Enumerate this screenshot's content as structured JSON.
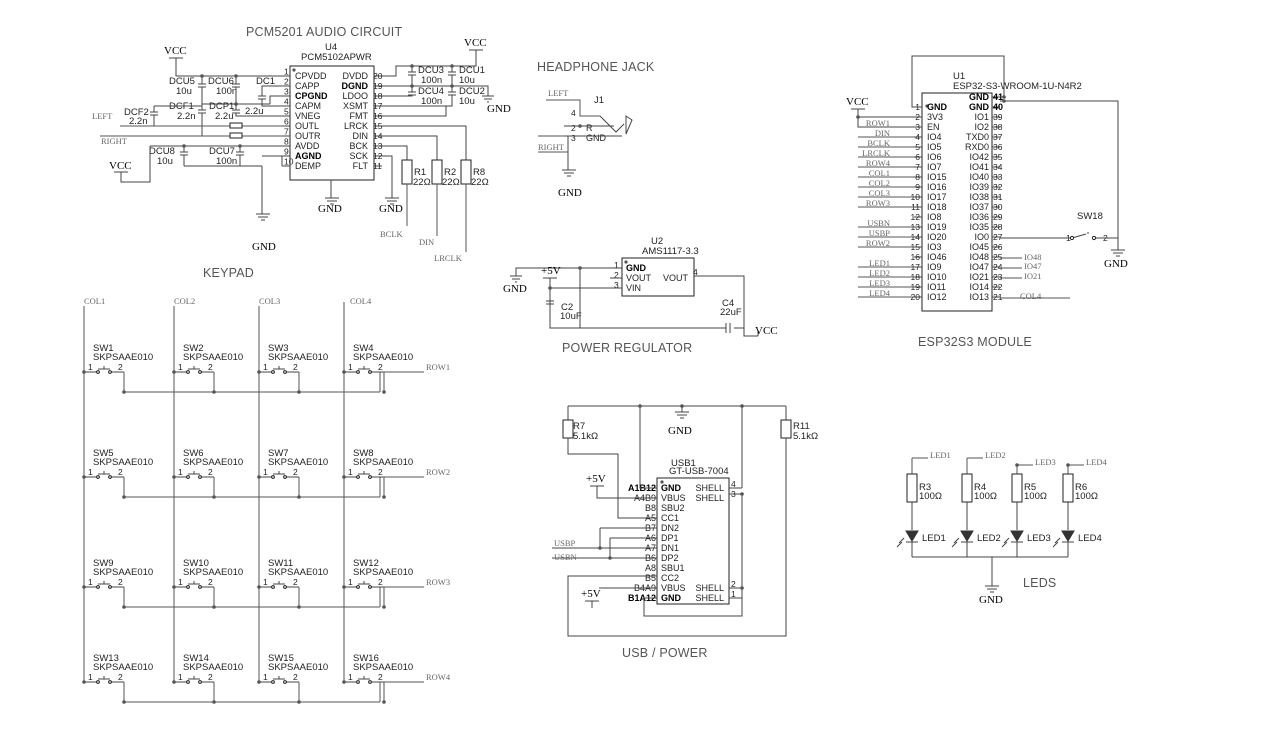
{
  "sections": {
    "audio": "PCM5201 AUDIO CIRCUIT",
    "headphone": "HEADPHONE JACK",
    "keypad": "KEYPAD",
    "power": "POWER REGULATOR",
    "usb": "USB / POWER",
    "esp": "ESP32S3 MODULE",
    "leds": "LEDS"
  },
  "power_labels": {
    "vcc": "VCC",
    "gnd": "GND",
    "p5v": "+5V"
  },
  "audio": {
    "chip_ref": "U4",
    "chip_part": "PCM5102APWR",
    "left_pins": [
      {
        "num": "1",
        "name": "CPVDD",
        "bold": false
      },
      {
        "num": "2",
        "name": "CAPP",
        "bold": false
      },
      {
        "num": "3",
        "name": "CPGND",
        "bold": true
      },
      {
        "num": "4",
        "name": "CAPM",
        "bold": false
      },
      {
        "num": "5",
        "name": "VNEG",
        "bold": false
      },
      {
        "num": "6",
        "name": "OUTL",
        "bold": false
      },
      {
        "num": "7",
        "name": "OUTR",
        "bold": false
      },
      {
        "num": "8",
        "name": "AVDD",
        "bold": false
      },
      {
        "num": "9",
        "name": "AGND",
        "bold": true
      },
      {
        "num": "10",
        "name": "DEMP",
        "bold": false
      }
    ],
    "right_pins": [
      {
        "num": "20",
        "name": "DVDD",
        "bold": false
      },
      {
        "num": "19",
        "name": "DGND",
        "bold": true
      },
      {
        "num": "18",
        "name": "LDOO",
        "bold": false
      },
      {
        "num": "17",
        "name": "XSMT",
        "bold": false
      },
      {
        "num": "16",
        "name": "FMT",
        "bold": false
      },
      {
        "num": "15",
        "name": "LRCK",
        "bold": false
      },
      {
        "num": "14",
        "name": "DIN",
        "bold": false
      },
      {
        "num": "13",
        "name": "BCK",
        "bold": false
      },
      {
        "num": "12",
        "name": "SCK",
        "bold": false
      },
      {
        "num": "11",
        "name": "FLT",
        "bold": false
      }
    ],
    "caps": {
      "dcu5": "DCU5",
      "dcu5v": "10u",
      "dcu6": "DCU6",
      "dcu6v": "100n",
      "dc1": "DC1",
      "dc1v": "2.2u",
      "dcf2": "DCF2",
      "dcf2v": "2.2n",
      "dcf1": "DCF1",
      "dcf1v": "2.2n",
      "dcp1": "DCP1",
      "dcp1v": "2.2u",
      "dcu8": "DCU8",
      "dcu8v": "10u",
      "dcu7": "DCU7",
      "dcu7v": "100n",
      "dcu3": "DCU3",
      "dcu3v": "100n",
      "dcu1": "DCU1",
      "dcu1v": "10u",
      "dcu4": "DCU4",
      "dcu4v": "100n",
      "dcu2": "DCU2",
      "dcu2v": "10u"
    },
    "resistors": {
      "r1": "R1",
      "r1v": "22Ω",
      "r2": "R2",
      "r2v": "22Ω",
      "r8": "R8",
      "r8v": "22Ω"
    },
    "nets": {
      "left": "LEFT",
      "right": "RIGHT",
      "bclk": "BCLK",
      "din": "DIN",
      "lrclk": "LRCLK"
    }
  },
  "headphone": {
    "ref": "J1",
    "left": "LEFT",
    "right": "RIGHT",
    "pins": [
      {
        "num": "4",
        "name": ""
      },
      {
        "num": "2",
        "name": "R"
      },
      {
        "num": "3",
        "name": "GND"
      }
    ]
  },
  "regulator": {
    "ref": "U2",
    "part": "AMS1117-3.3",
    "pins": [
      {
        "num": "1",
        "name": "GND"
      },
      {
        "num": "2",
        "name": "VOUT"
      },
      {
        "num": "3",
        "name": "VIN"
      }
    ],
    "vout_pin": "VOUT",
    "vout_num": "4",
    "c2": "C2",
    "c2v": "10uF",
    "c4": "C4",
    "c4v": "22uF"
  },
  "keypad": {
    "cols": [
      "COL1",
      "COL2",
      "COL3",
      "COL4"
    ],
    "rows": [
      "ROW1",
      "ROW2",
      "ROW3",
      "ROW4"
    ],
    "switches": [
      "SW1",
      "SW2",
      "SW3",
      "SW4",
      "SW5",
      "SW6",
      "SW7",
      "SW8",
      "SW9",
      "SW10",
      "SW11",
      "SW12",
      "SW13",
      "SW14",
      "SW15",
      "SW16"
    ],
    "part": "SKPSAAE010",
    "pin1": "1",
    "pin2": "2"
  },
  "usb": {
    "ref": "USB1",
    "part": "GT-USB-7004",
    "left_pins": [
      {
        "num": "A1B12",
        "name": "GND",
        "bold": true
      },
      {
        "num": "A4B9",
        "name": "VBUS",
        "bold": false
      },
      {
        "num": "B8",
        "name": "SBU2",
        "bold": false
      },
      {
        "num": "A5",
        "name": "CC1",
        "bold": false
      },
      {
        "num": "B7",
        "name": "DN2",
        "bold": false
      },
      {
        "num": "A6",
        "name": "DP1",
        "bold": false
      },
      {
        "num": "A7",
        "name": "DN1",
        "bold": false
      },
      {
        "num": "B6",
        "name": "DP2",
        "bold": false
      },
      {
        "num": "A8",
        "name": "SBU1",
        "bold": false
      },
      {
        "num": "B5",
        "name": "CC2",
        "bold": false
      },
      {
        "num": "B4A9",
        "name": "VBUS",
        "bold": false
      },
      {
        "num": "B1A12",
        "name": "GND",
        "bold": true
      }
    ],
    "right_pins": [
      {
        "num": "4",
        "name": "SHELL"
      },
      {
        "num": "3",
        "name": "SHELL"
      },
      {
        "num": "2",
        "name": "SHELL"
      },
      {
        "num": "1",
        "name": "SHELL"
      }
    ],
    "r7": "R7",
    "r7v": "5.1kΩ",
    "r11": "R11",
    "r11v": "5.1kΩ",
    "usbp": "USBP",
    "usbn": "USBN"
  },
  "esp": {
    "ref": "U1",
    "part": "ESP32-S3-WROOM-1U-N4R2",
    "left_pins": [
      {
        "num": "1",
        "name": "GND",
        "bold": true
      },
      {
        "num": "2",
        "name": "3V3",
        "bold": false
      },
      {
        "num": "3",
        "name": "EN",
        "bold": false
      },
      {
        "num": "4",
        "name": "IO4",
        "bold": false
      },
      {
        "num": "5",
        "name": "IO5",
        "bold": false
      },
      {
        "num": "6",
        "name": "IO6",
        "bold": false
      },
      {
        "num": "7",
        "name": "IO7",
        "bold": false
      },
      {
        "num": "8",
        "name": "IO15",
        "bold": false
      },
      {
        "num": "9",
        "name": "IO16",
        "bold": false
      },
      {
        "num": "10",
        "name": "IO17",
        "bold": false
      },
      {
        "num": "11",
        "name": "IO18",
        "bold": false
      },
      {
        "num": "12",
        "name": "IO8",
        "bold": false
      },
      {
        "num": "13",
        "name": "IO19",
        "bold": false
      },
      {
        "num": "14",
        "name": "IO20",
        "bold": false
      },
      {
        "num": "15",
        "name": "IO3",
        "bold": false
      },
      {
        "num": "16",
        "name": "IO46",
        "bold": false
      },
      {
        "num": "17",
        "name": "IO9",
        "bold": false
      },
      {
        "num": "18",
        "name": "IO10",
        "bold": false
      },
      {
        "num": "19",
        "name": "IO11",
        "bold": false
      },
      {
        "num": "20",
        "name": "IO12",
        "bold": false
      }
    ],
    "right_pins": [
      {
        "num": "41",
        "name": "GND",
        "bold": true
      },
      {
        "num": "40",
        "name": "GND",
        "bold": true
      },
      {
        "num": "39",
        "name": "IO1",
        "bold": false
      },
      {
        "num": "38",
        "name": "IO2",
        "bold": false
      },
      {
        "num": "37",
        "name": "TXD0",
        "bold": false
      },
      {
        "num": "36",
        "name": "RXD0",
        "bold": false
      },
      {
        "num": "35",
        "name": "IO42",
        "bold": false
      },
      {
        "num": "34",
        "name": "IO41",
        "bold": false
      },
      {
        "num": "33",
        "name": "IO40",
        "bold": false
      },
      {
        "num": "32",
        "name": "IO39",
        "bold": false
      },
      {
        "num": "31",
        "name": "IO38",
        "bold": false
      },
      {
        "num": "30",
        "name": "IO37",
        "bold": false
      },
      {
        "num": "29",
        "name": "IO36",
        "bold": false
      },
      {
        "num": "28",
        "name": "IO35",
        "bold": false
      },
      {
        "num": "27",
        "name": "IO0",
        "bold": false
      },
      {
        "num": "26",
        "name": "IO45",
        "bold": false
      },
      {
        "num": "25",
        "name": "IO48",
        "bold": false
      },
      {
        "num": "24",
        "name": "IO47",
        "bold": false
      },
      {
        "num": "23",
        "name": "IO21",
        "bold": false
      },
      {
        "num": "22",
        "name": "IO14",
        "bold": false
      },
      {
        "num": "21",
        "name": "IO13",
        "bold": false
      }
    ],
    "left_nets": [
      "",
      "",
      "",
      "ROW1",
      "DIN",
      "BCLK",
      "LRCLK",
      "ROW4",
      "COL1",
      "COL2",
      "COL3",
      "ROW3",
      "",
      "USBN",
      "USBP",
      "ROW2",
      "",
      "LED1",
      "LED2",
      "LED3",
      "LED4"
    ],
    "right_nets": {
      "io48": "IO48",
      "io47": "IO47",
      "io21": "IO21",
      "col4": "COL4"
    },
    "sw18": "SW18",
    "sw18_pin1": "1",
    "sw18_pin2": "2"
  },
  "leds": {
    "items": [
      {
        "net": "LED1",
        "r": "R3",
        "rv": "100Ω",
        "led": "LED1"
      },
      {
        "net": "LED2",
        "r": "R4",
        "rv": "100Ω",
        "led": "LED2"
      },
      {
        "net": "LED3",
        "r": "R5",
        "rv": "100Ω",
        "led": "LED3"
      },
      {
        "net": "LED4",
        "r": "R6",
        "rv": "100Ω",
        "led": "LED4"
      }
    ]
  }
}
